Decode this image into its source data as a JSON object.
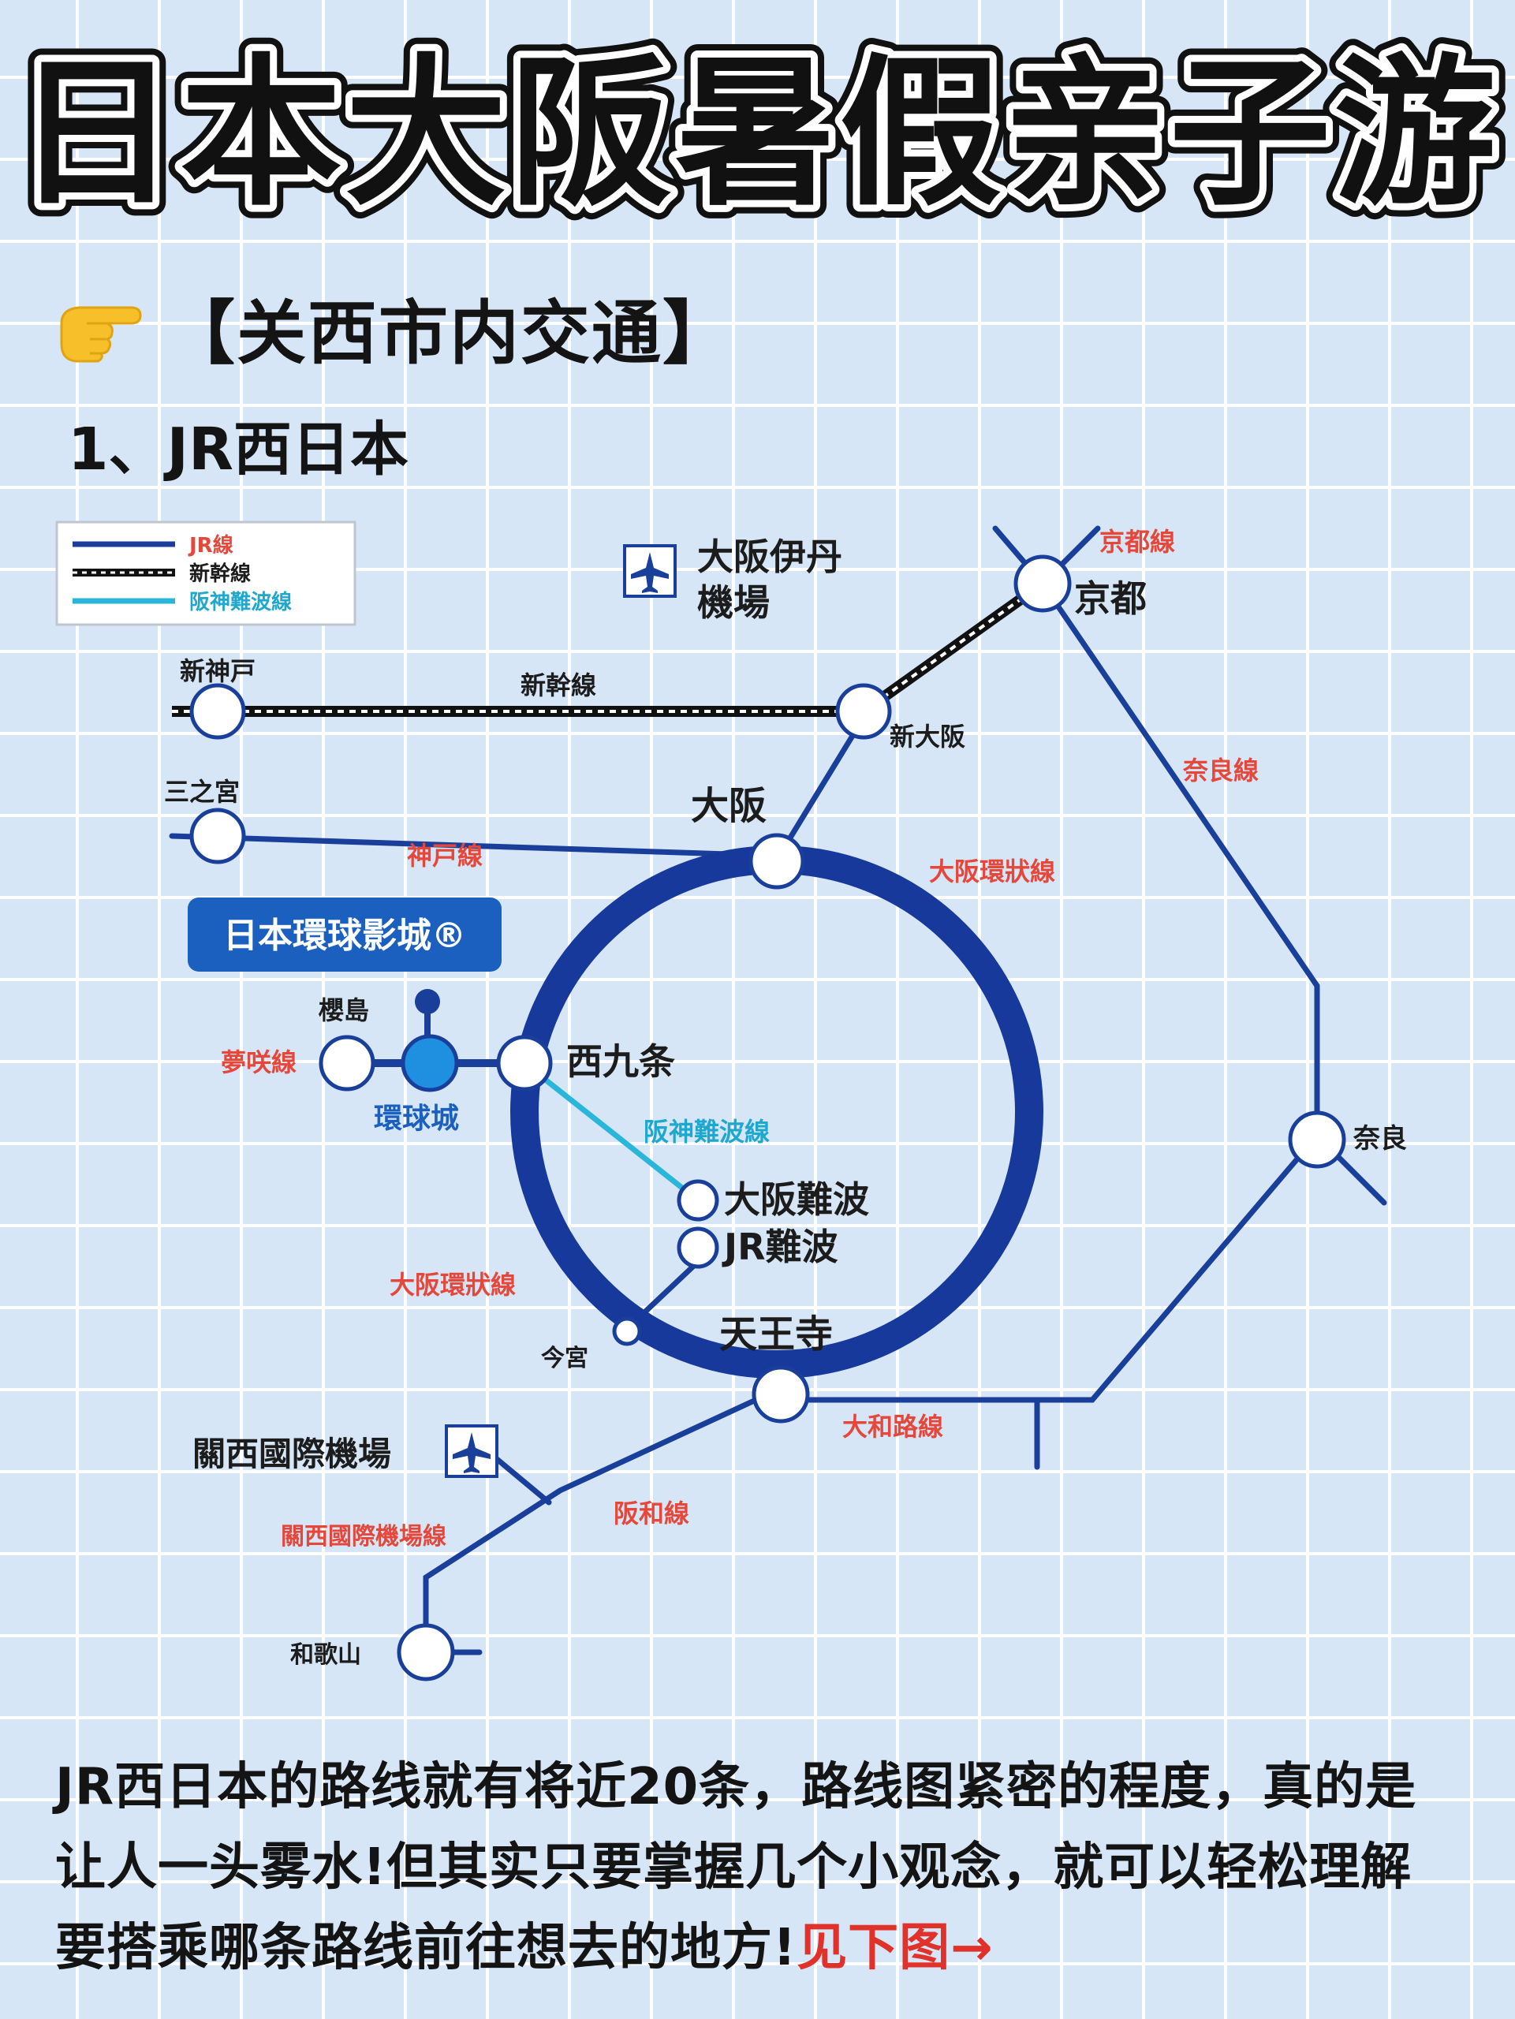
{
  "title": "日本大阪暑假亲子游",
  "section": {
    "icon": "pointing-hand-icon",
    "heading": "【关西市内交通】"
  },
  "subheading": "1、JR西日本",
  "legend": {
    "items": [
      {
        "label": "JR線",
        "color": "#1a3f9a"
      },
      {
        "label": "新幹線",
        "color": "#111111"
      },
      {
        "label": "阪神難波線",
        "color": "#29b6d8"
      }
    ]
  },
  "map": {
    "colors": {
      "jr": "#1a3f9a",
      "loop": "#17399b",
      "hanshin": "#29b6d8",
      "usj": "#1b5fbf",
      "line_label": "#e5483a"
    },
    "stations": {
      "kyoto": "京都",
      "itami": "大阪伊丹\n機場",
      "shinkobe": "新神戸",
      "shinosaka": "新大阪",
      "sannomiya": "三之宮",
      "osaka": "大阪",
      "usj_badge": "日本環球影城®",
      "sakurajima": "櫻島",
      "universal_city": "環球城",
      "nishikujo": "西九条",
      "osaka_namba": "大阪難波",
      "jr_namba": "JR難波",
      "imamiya": "今宮",
      "tennoji": "天王寺",
      "nara": "奈良",
      "kansai_airport": "關西國際機場",
      "wakayama": "和歌山"
    },
    "lines": {
      "kyoto_line": "京都線",
      "shinkansen": "新幹線",
      "nara_line": "奈良線",
      "kobe_line": "神戸線",
      "loop_line_top": "大阪環狀線",
      "yumesaki": "夢咲線",
      "hanshin_namba": "阪神難波線",
      "loop_line_bottom": "大阪環狀線",
      "yamatoji": "大和路線",
      "hanwa": "阪和線",
      "airport_line": "關西國際機場線"
    }
  },
  "body": {
    "text": "JR西日本的路线就有将近20条，路线图紧密的程度，真的是让人一头雾水!但其实只要掌握几个小观念，就可以轻松理解要搭乘哪条路线前往想去的地方!",
    "highlight": "见下图→"
  }
}
